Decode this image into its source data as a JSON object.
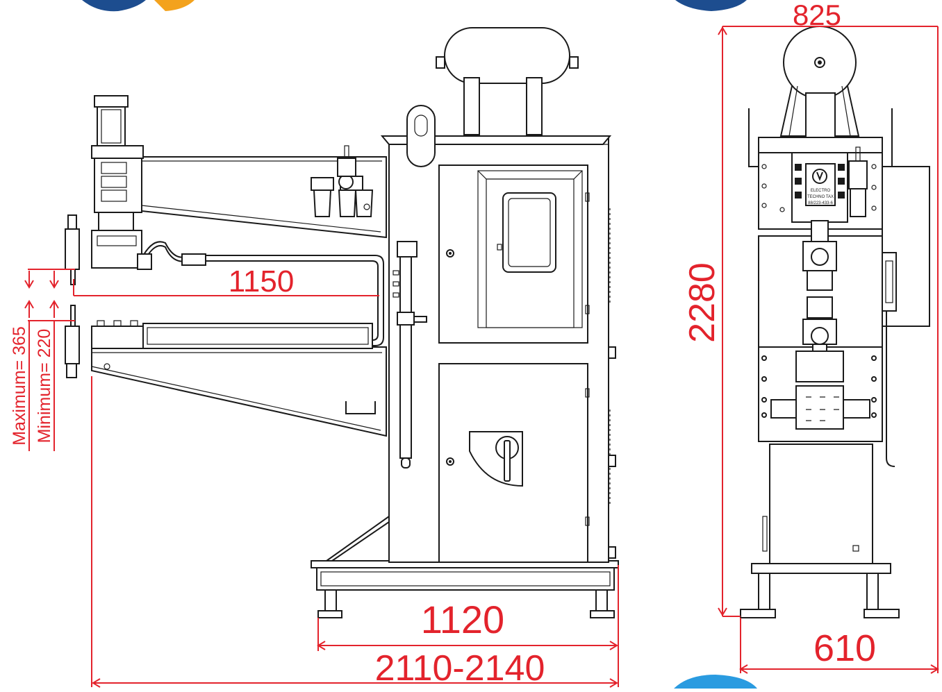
{
  "dimensions": {
    "width_side": "825",
    "height_side": "2280",
    "depth_side": "610",
    "throat_length": "1150",
    "base_length": "1120",
    "overall_length": "2110-2140",
    "maximum_opening": "Maximum= 365",
    "minimum_opening": "Minimum= 220"
  },
  "nameplate": {
    "line1": "ELECTRO",
    "line2": "TECHNO TAX",
    "line3": "88/223-433-6"
  },
  "colors": {
    "dimension_red": "#e3232c",
    "line_black": "#1a1a1a",
    "logo_blue": "#1d4d8f",
    "logo_orange": "#f3a21d",
    "logo_light_blue": "#2a9be0"
  }
}
